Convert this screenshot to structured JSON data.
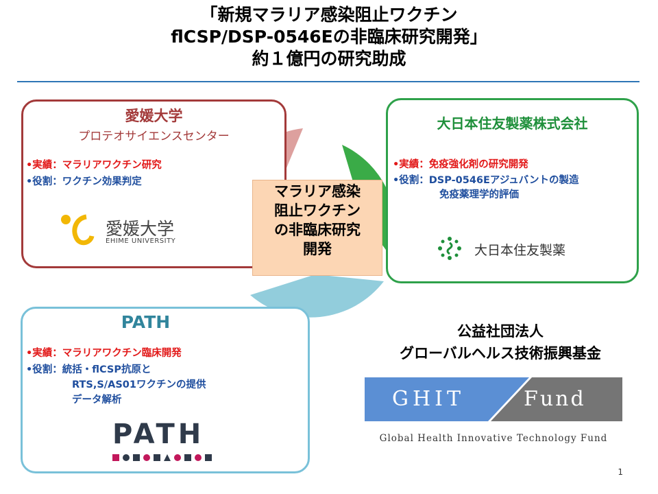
{
  "title": {
    "line1": "「新規マラリア感染阻止ワクチン",
    "line2": "flCSP/DSP-0546Eの非臨床研究開発」",
    "line3": "約１億円の研究助成"
  },
  "center": {
    "line1": "マラリア感染",
    "line2": "阻止ワクチン",
    "line3": "の非臨床研究",
    "line4": "開発"
  },
  "ehime": {
    "name": "愛媛大学",
    "subname": "プロテオサイエンスセンター",
    "achievement": "•実績：マラリアワクチン研究",
    "role": "•役割：ワクチン効果判定",
    "logo_text": "愛媛大学",
    "logo_sub": "EHIME UNIVERSITY"
  },
  "ds": {
    "name": "大日本住友製薬株式会社",
    "achievement": "•実績：免疫強化剤の研究開発",
    "role_line1": "•役割：DSP-0546Eアジュバントの製造",
    "role_line2": "免疫薬理学的評価",
    "logo_text": "大日本住友製薬"
  },
  "path": {
    "name": "PATH",
    "achievement": "•実績：マラリアワクチン臨床開発",
    "role_line1": "•役割：統括・flCSP抗原と",
    "role_line2": "RTS,S/AS01ワクチンの提供",
    "role_line3": "データ解析",
    "logo_text": "PATH"
  },
  "ghit": {
    "org_line1": "公益社団法人",
    "org_line2": "グローバルヘルス技術振興基金",
    "logo_left": "GHIT",
    "logo_right": "Fund",
    "logo_caption": "Global Health Innovative Technology Fund"
  },
  "page_number": "1",
  "colors": {
    "ehime": "#a33a3a",
    "ehime_arc": "#d99694",
    "ds": "#2ea14a",
    "ds_arc": "#3aab47",
    "path": "#79c1d9",
    "path_arc": "#92cddc",
    "center_fill": "#fcd6b4",
    "ghit_blue": "#5b8fd4",
    "ghit_gray": "#757575",
    "title_rule": "#2e75b6"
  }
}
